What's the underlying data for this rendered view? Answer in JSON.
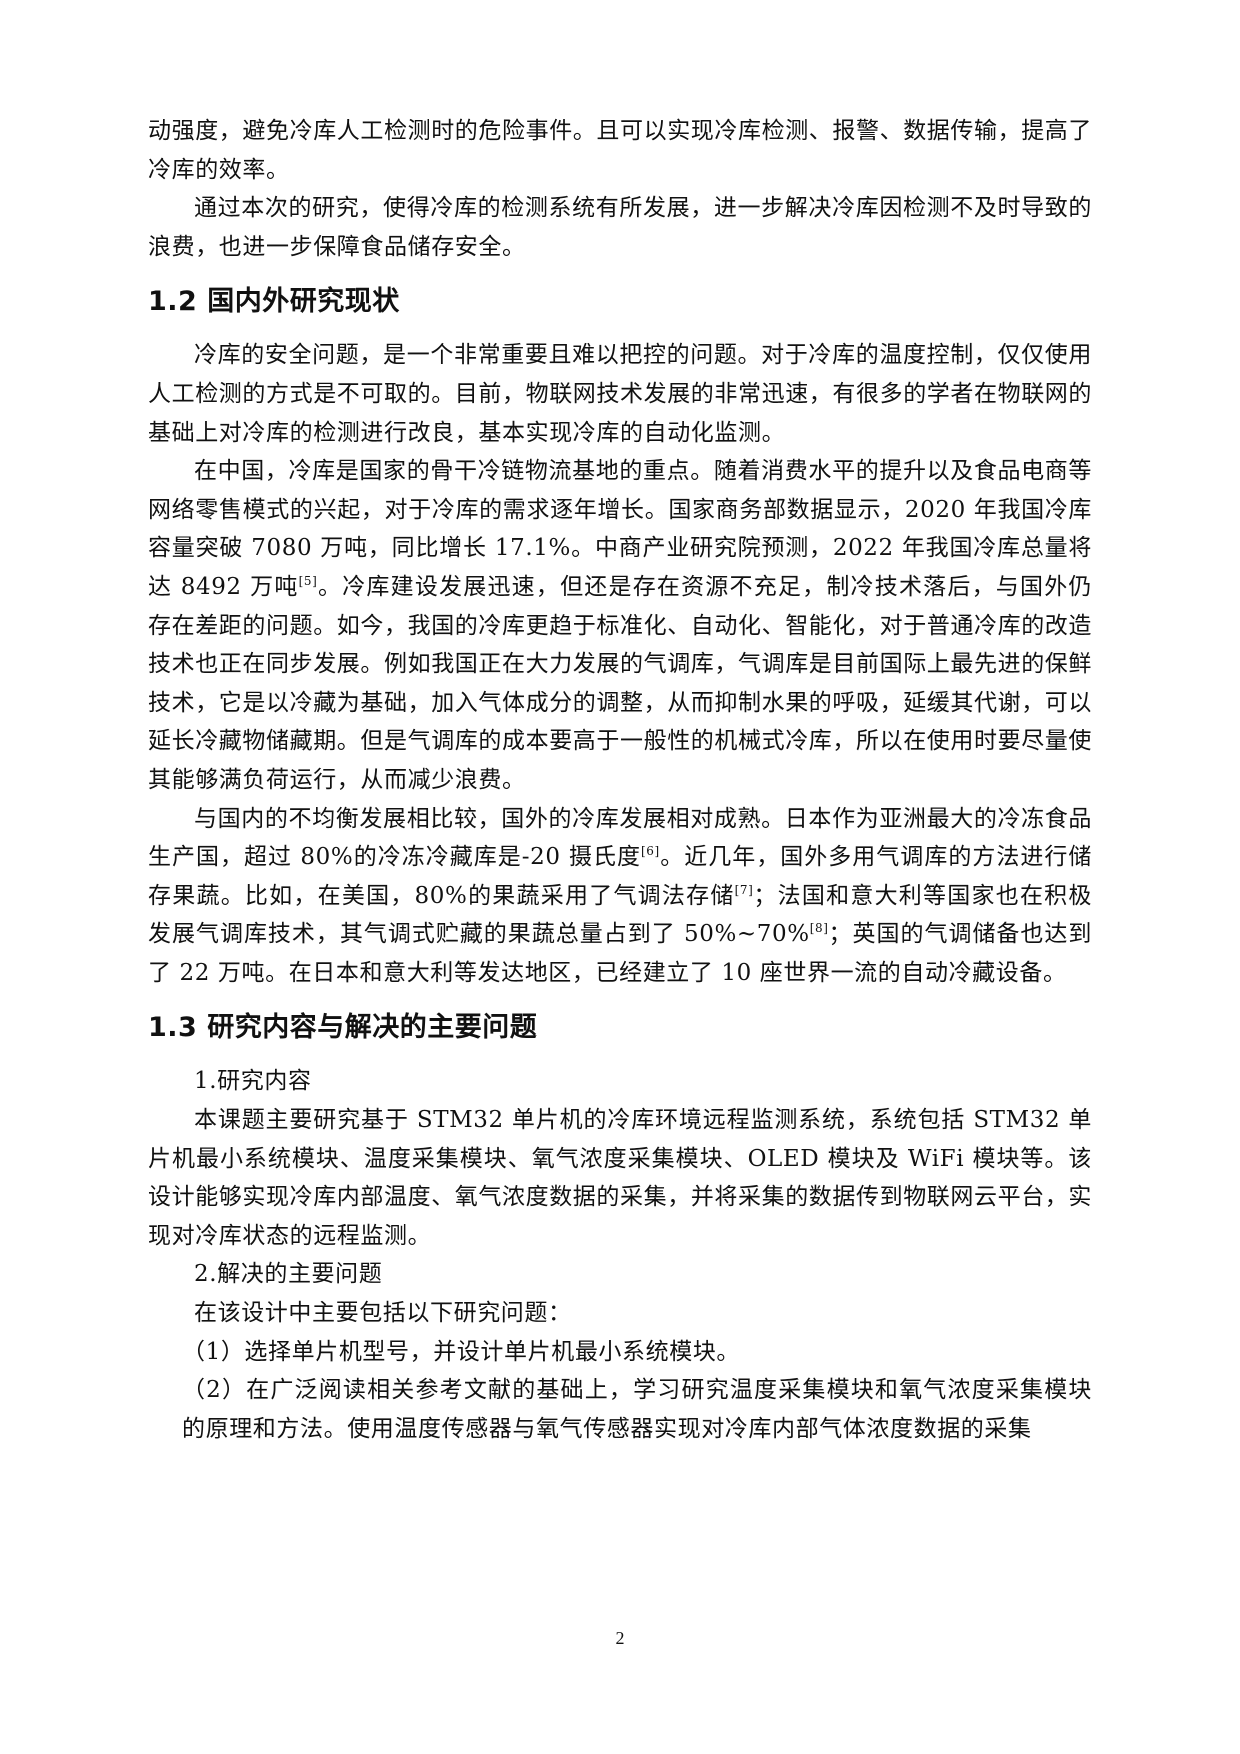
{
  "document": {
    "intro_continuation": [
      "动强度，避免冷库人工检测时的危险事件。且可以实现冷库检测、报警、数据传输，提高了冷库的效率。",
      "通过本次的研究，使得冷库的检测系统有所发展，进一步解决冷库因检测不及时导致的浪费，也进一步保障食品储存安全。"
    ],
    "section_1_2": {
      "heading": "1.2 国内外研究现状",
      "paragraphs": [
        "冷库的安全问题，是一个非常重要且难以把控的问题。对于冷库的温度控制，仅仅使用人工检测的方式是不可取的。目前，物联网技术发展的非常迅速，有很多的学者在物联网的基础上对冷库的检测进行改良，基本实现冷库的自动化监测。",
        {
          "before_ref": "在中国，冷库是国家的骨干冷链物流基地的重点。随着消费水平的提升以及食品电商等网络零售模式的兴起，对于冷库的需求逐年增长。国家商务部数据显示，2020 年我国冷库容量突破 7080 万吨，同比增长 17.1%。中商产业研究院预测，2022 年我国冷库总量将达 8492 万吨",
          "ref": "[5]",
          "after_ref": "。冷库建设发展迅速，但还是存在资源不充足，制冷技术落后，与国外仍存在差距的问题。如今，我国的冷库更趋于标准化、自动化、智能化，对于普通冷库的改造技术也正在同步发展。例如我国正在大力发展的气调库，气调库是目前国际上最先进的保鲜技术，它是以冷藏为基础，加入气体成分的调整，从而抑制水果的呼吸，延缓其代谢，可以延长冷藏物储藏期。但是气调库的成本要高于一般性的机械式冷库，所以在使用时要尽量使其能够满负荷运行，从而减少浪费。"
        },
        {
          "seg1": "与国内的不均衡发展相比较，国外的冷库发展相对成熟。日本作为亚洲最大的冷冻食品生产国，超过 80%的冷冻冷藏库是-20 摄氏度",
          "ref1": "[6]",
          "seg2": "。近几年，国外多用气调库的方法进行储存果蔬。比如，在美国，80%的果蔬采用了气调法存储",
          "ref2": "[7]",
          "seg3": "；法国和意大利等国家也在积极发展气调库技术，其气调式贮藏的果蔬总量占到了 50%~70%",
          "ref3": "[8]",
          "seg4": "；英国的气调储备也达到了 22 万吨。在日本和意大利等发达地区，已经建立了 10 座世界一流的自动冷藏设备。"
        }
      ]
    },
    "section_1_3": {
      "heading": "1.3 研究内容与解决的主要问题",
      "sub1_title": "1.研究内容",
      "sub1_text": "本课题主要研究基于 STM32 单片机的冷库环境远程监测系统，系统包括 STM32 单片机最小系统模块、温度采集模块、氧气浓度采集模块、OLED 模块及 WiFi 模块等。该设计能够实现冷库内部温度、氧气浓度数据的采集，并将采集的数据传到物联网云平台，实现对冷库状态的远程监测。",
      "sub2_title": "2.解决的主要问题",
      "sub2_intro": "在该设计中主要包括以下研究问题：",
      "items": [
        "（1）选择单片机型号，并设计单片机最小系统模块。",
        "（2）在广泛阅读相关参考文献的基础上，学习研究温度采集模块和氧气浓度采集模块的原理和方法。使用温度传感器与氧气传感器实现对冷库内部气体浓度数据的采集"
      ]
    },
    "page_number": "2"
  }
}
